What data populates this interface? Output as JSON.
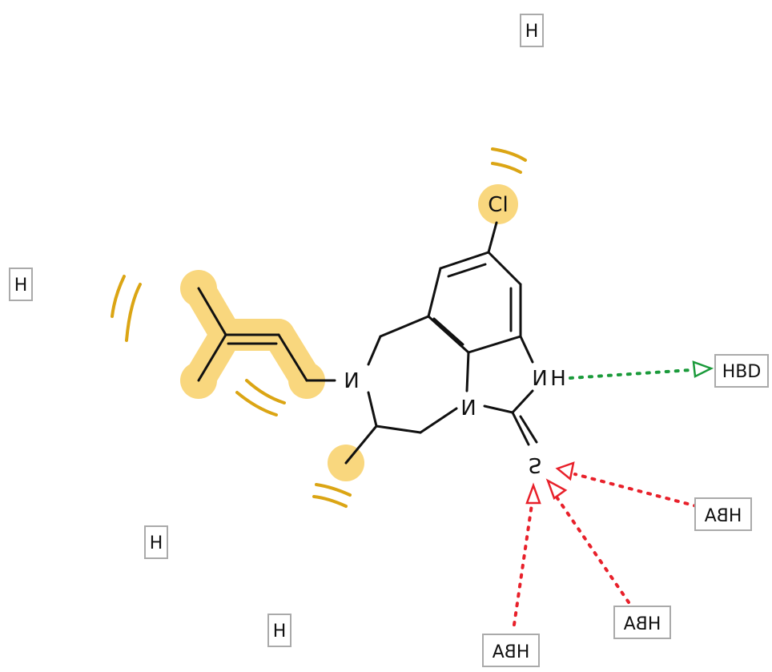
{
  "atoms": {
    "chlorine": "Cl",
    "n_ring": "N",
    "n_amine": "N",
    "nh_n": "N",
    "nh_h": "H",
    "sulfur": "S"
  },
  "hydrophobe_labels": [
    "H",
    "H",
    "H",
    "H"
  ],
  "donor_label": "HBD",
  "acceptor_labels": [
    "HBA",
    "HBA",
    "HBA"
  ],
  "colors": {
    "hydrophobic_highlight": "#f9d77e",
    "hydrophobic_arc": "#dba514",
    "donor_arrow": "#1a9a3a",
    "acceptor_arrow": "#e8202a"
  }
}
